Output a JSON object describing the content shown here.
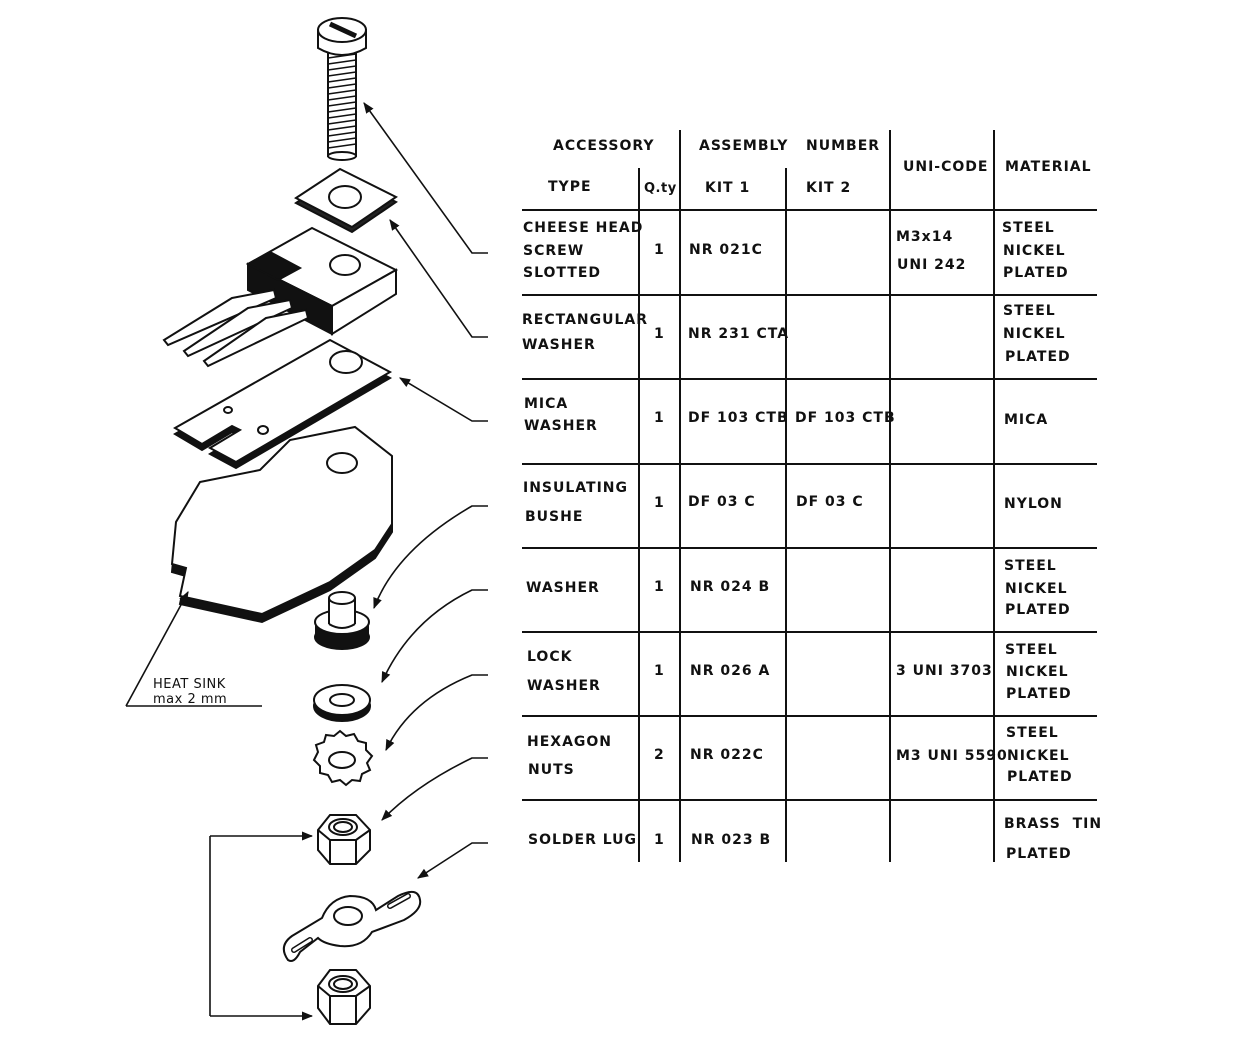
{
  "table": {
    "header": {
      "accessory": "ACCESSORY",
      "type": "TYPE",
      "qty": "Q.ty",
      "assembly_number": "ASSEMBLY   NUMBER",
      "kit1": "KIT 1",
      "kit2": "KIT 2",
      "uni_code": "UNI-CODE",
      "material": "MATERIAL"
    },
    "rows": [
      {
        "type": [
          "CHEESE HEAD",
          "SCREW",
          "SLOTTED"
        ],
        "qty": "1",
        "kit1": "NR 021C",
        "kit2": "",
        "uni": [
          "M3x14",
          "UNI 242"
        ],
        "material": [
          "STEEL",
          "NICKEL",
          "PLATED"
        ]
      },
      {
        "type": [
          "RECTANGULAR",
          "WASHER"
        ],
        "qty": "1",
        "kit1": "NR 231 CTA",
        "kit2": "",
        "uni": [],
        "material": [
          "STEEL",
          "NICKEL",
          "PLATED"
        ]
      },
      {
        "type": [
          "MICA",
          "WASHER"
        ],
        "qty": "1",
        "kit1": "DF 103 CTB",
        "kit2": "DF 103 CTB",
        "uni": [],
        "material": [
          "MICA"
        ]
      },
      {
        "type": [
          "INSULATING",
          "BUSHE"
        ],
        "qty": "1",
        "kit1": "DF 03 C",
        "kit2": "DF 03 C",
        "uni": [],
        "material": [
          "NYLON"
        ]
      },
      {
        "type": [
          "WASHER"
        ],
        "qty": "1",
        "kit1": "NR 024 B",
        "kit2": "",
        "uni": [],
        "material": [
          "STEEL",
          "NICKEL",
          "PLATED"
        ]
      },
      {
        "type": [
          "LOCK",
          "WASHER"
        ],
        "qty": "1",
        "kit1": "NR 026 A",
        "kit2": "",
        "uni": [
          "3 UNI 3703"
        ],
        "material": [
          "STEEL",
          "NICKEL",
          "PLATED"
        ]
      },
      {
        "type": [
          "HEXAGON",
          "NUTS"
        ],
        "qty": "2",
        "kit1": "NR 022C",
        "kit2": "",
        "uni": [
          "M3 UNI 5590"
        ],
        "material": [
          "STEEL",
          "NICKEL",
          "PLATED"
        ]
      },
      {
        "type": [
          "SOLDER LUG"
        ],
        "qty": "1",
        "kit1": "NR 023 B",
        "kit2": "",
        "uni": [],
        "material": [
          "BRASS  TIN",
          "PLATED"
        ]
      }
    ]
  },
  "drawing": {
    "heat_sink_label": "HEAT SINK",
    "heat_sink_note": "max 2 mm"
  }
}
